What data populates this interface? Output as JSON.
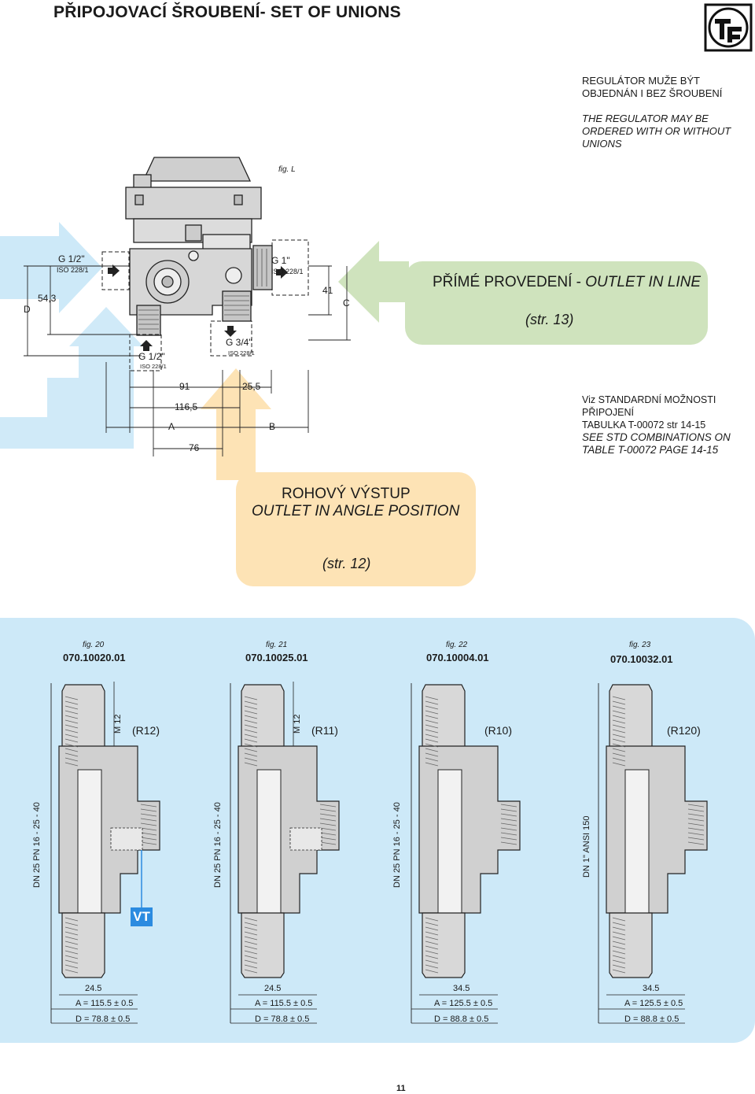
{
  "title": "PŘIPOJOVACÍ ŠROUBENÍ- SET OF UNIONS",
  "logo": {
    "icon": "company-logo-icon"
  },
  "note_cz": [
    "REGULÁTOR MUŽE BÝT",
    "OBJEDNÁN I BEZ ŠROUBENÍ"
  ],
  "note_en": [
    "THE REGULATOR MAY BE",
    "ORDERED WITH OR WITHOUT",
    "UNIONS"
  ],
  "fig_l": "fig. L",
  "drawing": {
    "inlet_left": "G 1/2\"",
    "inlet_left_iso": "ISO 228/1",
    "outlet_top": "G 1\"",
    "outlet_top_iso": "ISO 228/1",
    "bottom_left": "G 1/2\"",
    "bottom_left_iso": "ISO 228/1",
    "bottom_right": "G 3/4\"",
    "bottom_right_iso": "ISO 228/1",
    "dim_D": "D",
    "dim_543": "54,3",
    "dim_41": "41",
    "dim_C": "C",
    "dim_91": "91",
    "dim_255": "25,5",
    "dim_1165": "116,5",
    "dim_A": "A",
    "dim_B": "B",
    "dim_76": "76"
  },
  "outlet_line": {
    "cz": "PŘÍMÉ PROVEDENÍ",
    "sep": " - ",
    "en": "OUTLET IN LINE",
    "page": "(str. 13)"
  },
  "outlet_angle": {
    "cz": "ROHOVÝ VÝSTUP",
    "en": "OUTLET IN ANGLE POSITION",
    "page": "(str. 12)"
  },
  "viz": {
    "cz1": "Viz STANDARDNÍ MOŽNOSTI PŘIPOJENÍ",
    "cz2": "TABULKA T-00072 str 14-15",
    "en1": "SEE STD COMBINATIONS ON",
    "en2": "TABLE T-00072 PAGE 14-15"
  },
  "unions": [
    {
      "fig": "fig. 20",
      "code": "070.10020.01",
      "ref": "(R12)",
      "thread": "M 12",
      "dn": "DN 25 PN 16 - 25 - 40",
      "w": "24.5",
      "a": "A = 115.5 ± 0.5",
      "d": "D = 78.8 ± 0.5"
    },
    {
      "fig": "fig. 21",
      "code": "070.10025.01",
      "ref": "(R11)",
      "thread": "M 12",
      "dn": "DN 25 PN 16 - 25 - 40",
      "w": "24.5",
      "a": "A = 115.5 ± 0.5",
      "d": "D = 78.8 ± 0.5"
    },
    {
      "fig": "fig. 22",
      "code": "070.10004.01",
      "ref": "(R10)",
      "thread": "",
      "dn": "DN 25 PN 16 - 25 - 40",
      "w": "34.5",
      "a": "A = 125.5 ± 0.5",
      "d": "D = 88.8 ± 0.5"
    },
    {
      "fig": "fig. 23",
      "code": "070.10032.01",
      "ref": "(R120)",
      "thread": "",
      "dn": "DN 1\" ANSI 150",
      "w": "34.5",
      "a": "A = 125.5 ± 0.5",
      "d": "D = 88.8 ± 0.5"
    }
  ],
  "vt_label": "VT",
  "page_number": "11",
  "colors": {
    "green_panel": "#cfe3bd",
    "orange_panel": "#fde3b5",
    "blue_panel": "#cde9f8",
    "vt_badge": "#2b8be0"
  }
}
